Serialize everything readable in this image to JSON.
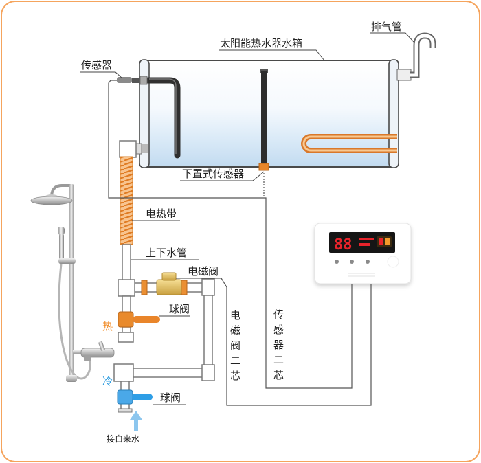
{
  "labels": {
    "vent_pipe": "排气管",
    "tank": "太阳能热水器水箱",
    "sensor": "传感器",
    "bottom_sensor": "下置式传感器",
    "heating_tape": "电热带",
    "water_pipe": "上下水管",
    "solenoid_valve": "电磁阀",
    "ball_valve_hot": "球阀",
    "hot": "热",
    "cold": "冷",
    "ball_valve_cold": "球阀",
    "solenoid_wire": "电磁阀二芯",
    "sensor_wire": "传感器二芯",
    "tap_water": "接自来水"
  },
  "controller": {
    "display_value": "88"
  },
  "colors": {
    "frame": "#f5a45d",
    "hot": "#f08a24",
    "cold": "#2a9be0",
    "water": "#c2dbf0",
    "heating_tape": "#e98a2c",
    "display": "#151515",
    "display_digits": "#e8232b",
    "inlet_arrow": "#8cc6ee"
  }
}
